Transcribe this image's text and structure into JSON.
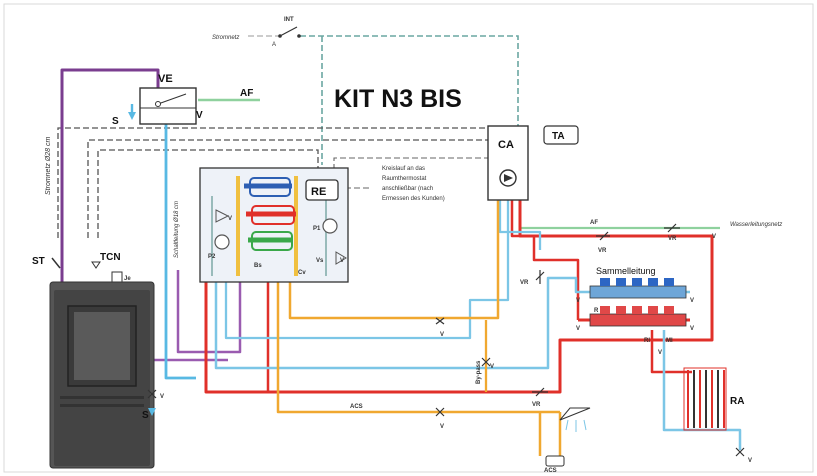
{
  "title": "KIT N3 BIS",
  "colors": {
    "hot": "#e0302a",
    "return": "#7cc6e6",
    "cold": "#58b9e3",
    "dhw": "#f0a830",
    "stove": "#7a3d8f",
    "aux": "#9a5bb0",
    "fresh": "#8fd19e",
    "control": "#6aa7a2",
    "wiring": "#444444"
  },
  "labels": {
    "int": "INT",
    "a": "A",
    "stromnetz_top": "Stromnetz",
    "stromnetz_side": "Stromnetz Ø28 cm",
    "schaltleitung": "Schaltleitung Ø18 cm",
    "ve": "VE",
    "af_top": "AF",
    "s_top": "S",
    "v_top": "V",
    "ca": "CA",
    "ta": "TA",
    "re": "RE",
    "note": [
      "Kreislauf an das",
      "Raumthermostat",
      "anschließbar (nach",
      "Ermessen des Kunden)"
    ],
    "p1": "P1",
    "p2": "P2",
    "v_left": "V",
    "v_right": "V",
    "vs": "Vs",
    "cv": "Cv",
    "bs": "Bs",
    "st": "ST",
    "tcn": "TCN",
    "je": "Je",
    "af_right": "AF",
    "wasserleitungsnetz": "Wasserleitungsnetz",
    "vr_top": "VR",
    "vr_right": "VR",
    "vr_left": "VR",
    "vr_bottom": "VR",
    "sammelleitung": "Sammelleitung",
    "v_mani1": "V",
    "v_mani2": "V",
    "v_mani3": "V",
    "v_mani4": "V",
    "r": "R",
    "ri": "RI",
    "mi": "MI",
    "v_mid": "V",
    "bypass": "By-pass",
    "v_bypass": "V",
    "v_stove": "V",
    "s_bottom": "S",
    "acs_mid": "ACS",
    "v_acs": "V",
    "acs_bottom": "ACS",
    "v_ri": "V",
    "ra": "RA",
    "v_ra": "V",
    "v_af": "V"
  }
}
